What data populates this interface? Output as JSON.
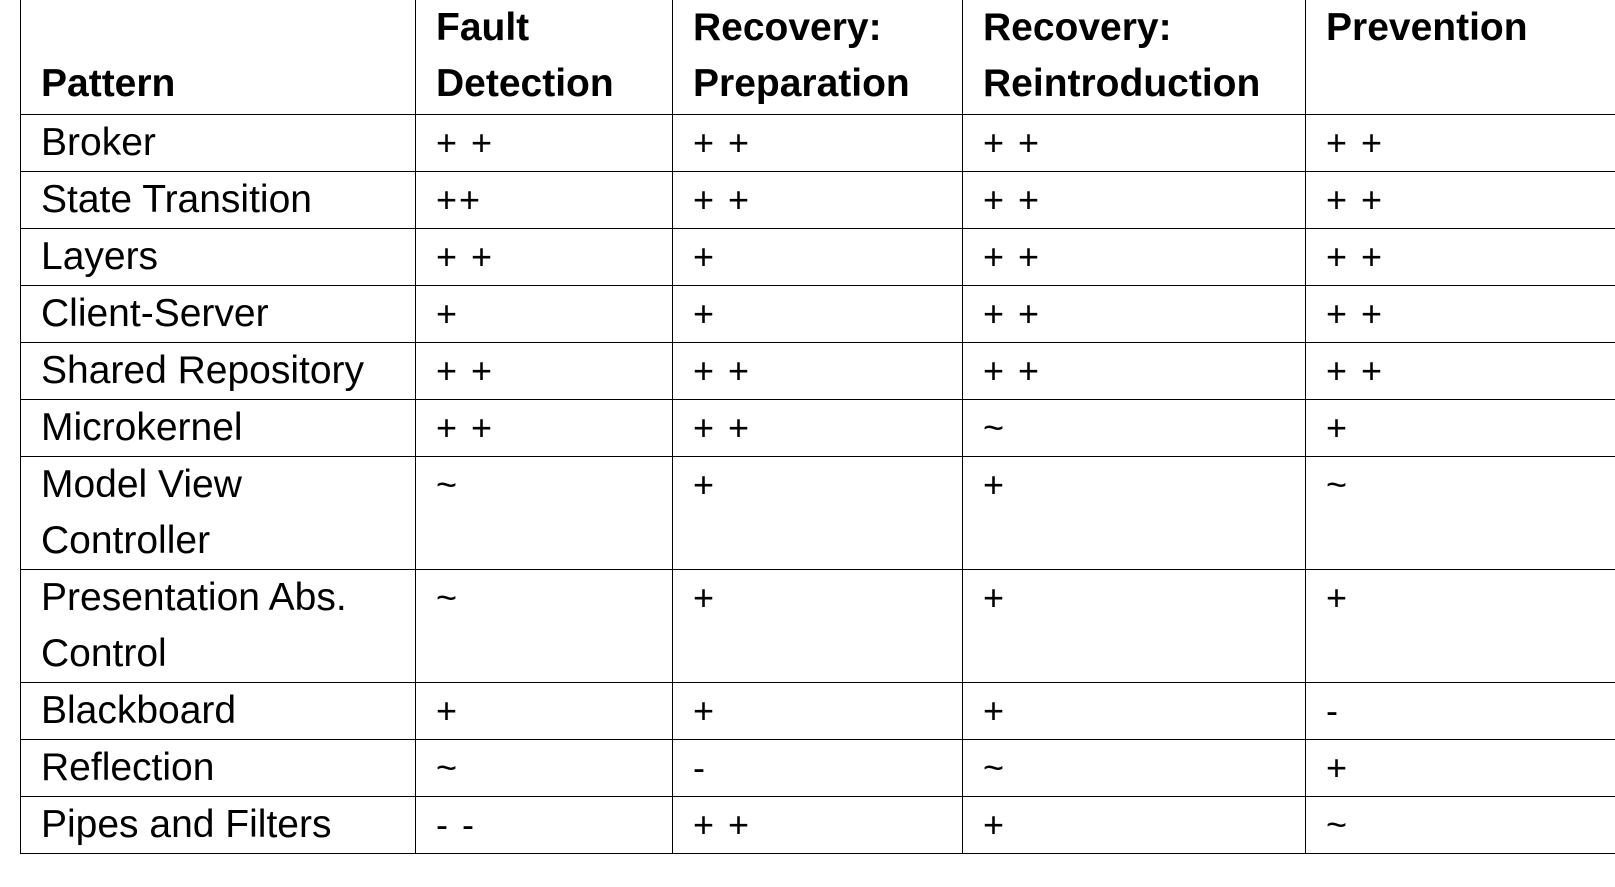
{
  "table": {
    "headers": [
      "Pattern",
      "Fault Detection",
      "Recovery: Preparation",
      "Recovery: Reintroduction",
      "Prevention"
    ],
    "rows": [
      [
        "Broker",
        "+ +",
        "+ +",
        "+ +",
        "+ +"
      ],
      [
        "State Transition",
        "++",
        "+ +",
        "+ +",
        "+ +"
      ],
      [
        "Layers",
        "+ +",
        "+",
        "+ +",
        "+ +"
      ],
      [
        "Client-Server",
        "+",
        "+",
        "+ +",
        "+ +"
      ],
      [
        "Shared Repository",
        "+ +",
        "+ +",
        "+ +",
        "+ +"
      ],
      [
        "Microkernel",
        "+ +",
        "+ +",
        "~",
        "+"
      ],
      [
        "Model View Controller",
        "~",
        "+",
        "+",
        "~"
      ],
      [
        "Presentation Abs. Control",
        "~",
        "+",
        "+",
        "+"
      ],
      [
        "Blackboard",
        "+",
        "+",
        "+",
        "-"
      ],
      [
        "Reflection",
        "~",
        "-",
        "~",
        "+"
      ],
      [
        "Pipes and Filters",
        "- -",
        "+ +",
        "+",
        "~"
      ]
    ]
  }
}
